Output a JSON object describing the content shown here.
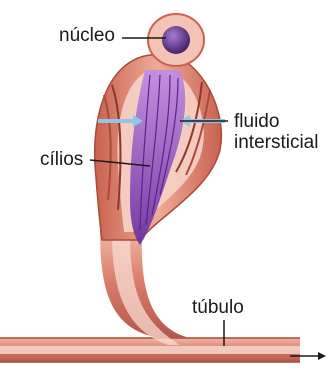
{
  "labels": {
    "nucleus": "núcleo",
    "fluid_line1": "fluido",
    "fluid_line2": "intersticial",
    "cilia": "cílios",
    "tubule": "túbulo"
  },
  "colors": {
    "tissue": "#e79a8a",
    "tissue_dark": "#a84a3c",
    "lumen": "#f6d3c6",
    "cilia": "#8a46b8",
    "nucleus": "#5b2a86",
    "fluid_arrow": "#8fc6e6"
  }
}
